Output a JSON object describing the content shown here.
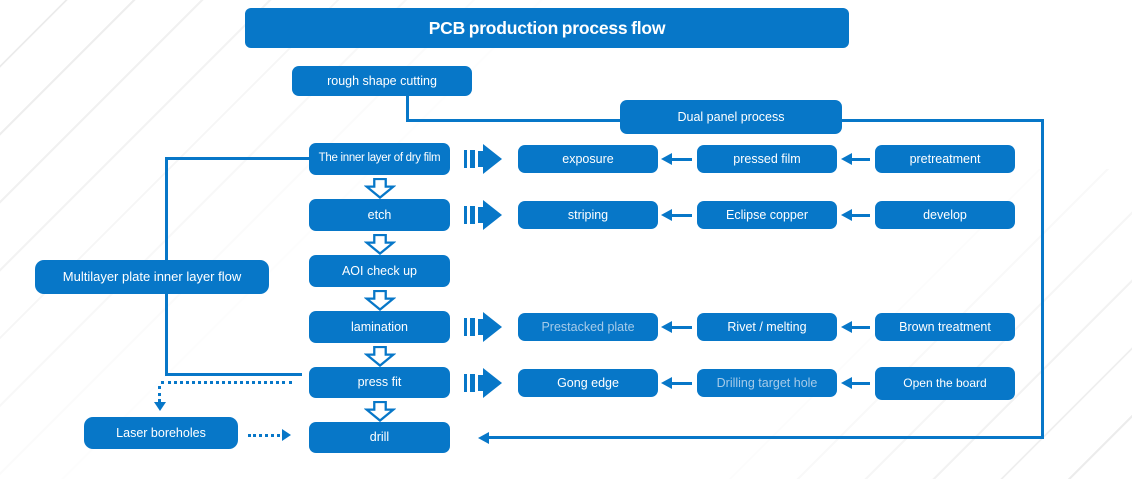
{
  "title": "PCB production process flow",
  "colors": {
    "primary": "#0777c8",
    "box_text": "#ffffff",
    "light_box_text": "#a6cbe9",
    "background": "#ffffff",
    "deco_line": "#e9e9e9"
  },
  "nodes": {
    "rough_shape_cutting": "rough shape cutting",
    "dual_panel_process": "Dual panel process",
    "multilayer_plate_inner_layer_flow": "Multilayer plate inner layer flow",
    "laser_boreholes": "Laser boreholes"
  },
  "main_steps": [
    "The inner layer of dry film",
    "etch",
    "AOI check up",
    "lamination",
    "press fit",
    "drill"
  ],
  "branch_rows": [
    {
      "step": "exposure",
      "middle": "pressed film",
      "source": "pretreatment"
    },
    {
      "step": "striping",
      "middle": "Eclipse copper",
      "source": "develop"
    },
    {
      "step": "Prestacked plate",
      "middle": "Rivet / melting",
      "source": "Brown treatment"
    },
    {
      "step": "Gong edge",
      "middle": "Drilling target hole",
      "source": "Open the board"
    }
  ],
  "icons": {
    "striped_right_arrow": "⇨",
    "hollow_down_arrow": "⇩",
    "left_arrow": "←",
    "dotted_down_arrow": "⇣",
    "dotted_right_arrow": "⇢"
  }
}
